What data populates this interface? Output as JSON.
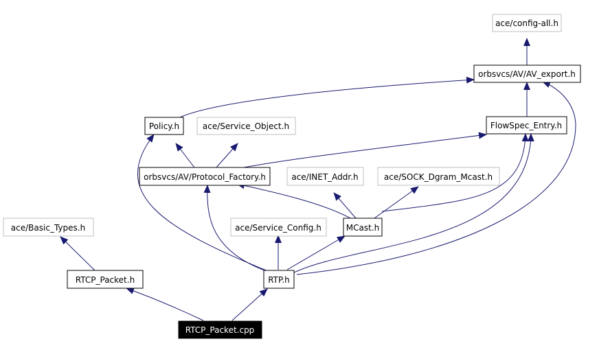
{
  "colors": {
    "edge": "#191970",
    "box_border_documented": "#000000",
    "box_border_external": "#bfbfbf",
    "root_fill": "#000000",
    "root_text": "#ffffff",
    "text": "#000000"
  },
  "nodes": {
    "config_all": {
      "label": "ace/config-all.h",
      "style": "external"
    },
    "av_export": {
      "label": "orbsvcs/AV/AV_export.h",
      "style": "documented"
    },
    "policy": {
      "label": "Policy.h",
      "style": "documented"
    },
    "service_object": {
      "label": "ace/Service_Object.h",
      "style": "external"
    },
    "flowspec_entry": {
      "label": "FlowSpec_Entry.h",
      "style": "documented"
    },
    "protocol_factory": {
      "label": "orbsvcs/AV/Protocol_Factory.h",
      "style": "documented"
    },
    "inet_addr": {
      "label": "ace/INET_Addr.h",
      "style": "external"
    },
    "sock_dgram_mcast": {
      "label": "ace/SOCK_Dgram_Mcast.h",
      "style": "external"
    },
    "basic_types": {
      "label": "ace/Basic_Types.h",
      "style": "external"
    },
    "service_config": {
      "label": "ace/Service_Config.h",
      "style": "external"
    },
    "mcast": {
      "label": "MCast.h",
      "style": "documented"
    },
    "rtcp_packet_h": {
      "label": "RTCP_Packet.h",
      "style": "documented"
    },
    "rtp_h": {
      "label": "RTP.h",
      "style": "documented"
    },
    "rtcp_packet_cpp": {
      "label": "RTCP_Packet.cpp",
      "style": "root"
    }
  }
}
